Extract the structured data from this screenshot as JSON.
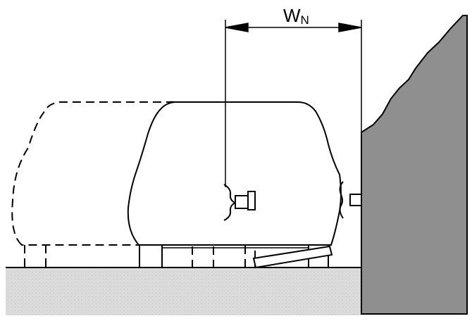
{
  "dimension": {
    "main": "W",
    "subscript": "N"
  },
  "colors": {
    "ground": "#d9d9d9",
    "wall": "#8f8f8f",
    "line": "#000000",
    "background": "#ffffff"
  },
  "icons": {
    "ground": "ground-hatch",
    "wall": "rock-wall",
    "vehicle": "vehicle-body-outline"
  }
}
